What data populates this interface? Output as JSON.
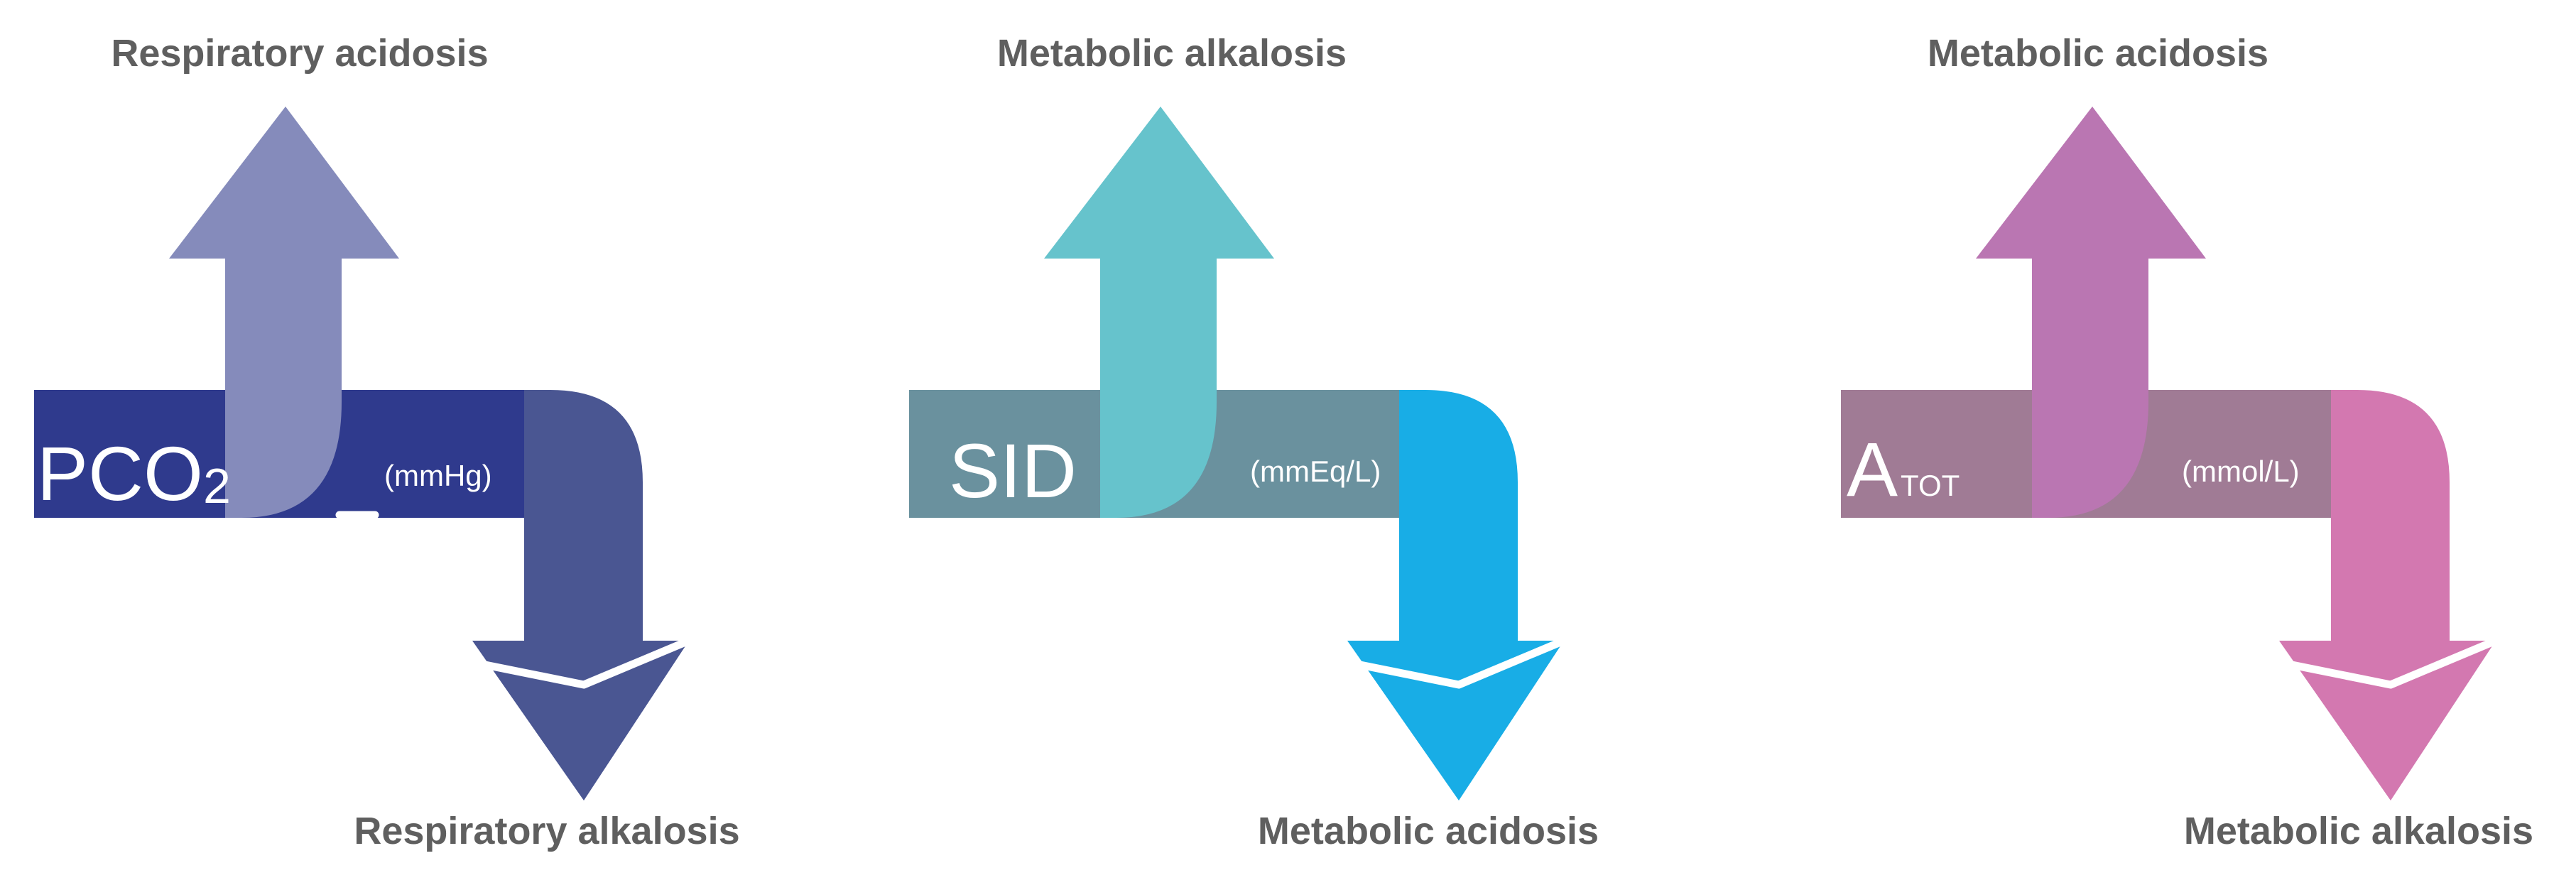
{
  "colors": {
    "label_text": "#5f5f5f",
    "inner_text": "#ffffff",
    "gap": "#ffffff"
  },
  "panels": [
    {
      "parameter": {
        "main": "PCO",
        "sub": "2",
        "sub_style": "subscript"
      },
      "unit": "(mmHg)",
      "increase_label": "Respiratory acidosis",
      "decrease_label": "Respiratory alkalosis",
      "colors": {
        "bar": "#2f3a8d",
        "up_arrow": "#858bbb",
        "down_arrow": "#4a5692"
      }
    },
    {
      "parameter": {
        "main": "SID",
        "sub": "",
        "sub_style": "none"
      },
      "unit": "(mmEq/L)",
      "increase_label": "Metabolic alkalosis",
      "decrease_label": "Metabolic acidosis",
      "colors": {
        "bar": "#6a919e",
        "up_arrow": "#66c3cc",
        "down_arrow": "#18ade6"
      }
    },
    {
      "parameter": {
        "main": "A",
        "sub": "TOT",
        "sub_style": "small"
      },
      "unit": "(mmol/L)",
      "increase_label": "Metabolic acidosis",
      "decrease_label": "Metabolic alkalosis",
      "colors": {
        "bar": "#a07b95",
        "up_arrow": "#ba76b2",
        "down_arrow": "#d378b0"
      }
    }
  ]
}
